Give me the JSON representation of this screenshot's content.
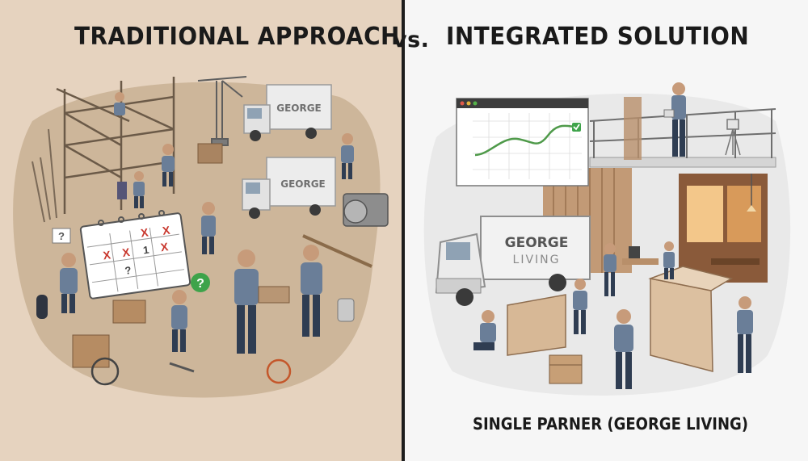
{
  "left_panel": {
    "heading": "TRADITIONAL APPROACH",
    "truck_logo_text": "GEORGE",
    "background": "#e6d3bf",
    "calendar_marks": [
      "X",
      "X",
      "X",
      "X",
      "1",
      "X",
      "?"
    ]
  },
  "vs_label": "vs.",
  "right_panel": {
    "heading": "INTEGRATED SOLUTION",
    "truck_logo_line1": "GEORGE",
    "truck_logo_line2": "LIVING",
    "caption": "SINGLE PARNER (GEORGE LIVING)",
    "background": "#f6f6f6"
  },
  "colors": {
    "worker_shirt": "#6a7e98",
    "worker_pants": "#2f3d52",
    "check_green": "#3ea34a",
    "cross_red": "#c8362c",
    "chart_line": "#4f9a4a"
  }
}
